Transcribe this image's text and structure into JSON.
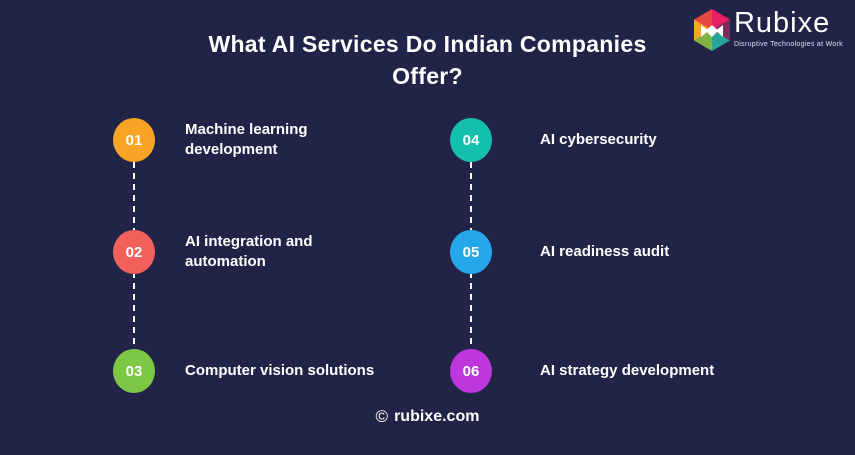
{
  "title": "What AI Services Do Indian Companies Offer?",
  "logo": {
    "brand": "Rubixe",
    "tagline": "Disruptive Technologies at Work"
  },
  "items": [
    {
      "number": "01",
      "label": "Machine learning development",
      "color": "#F7A425"
    },
    {
      "number": "02",
      "label": "AI integration and automation",
      "color": "#F2605C"
    },
    {
      "number": "03",
      "label": "Computer vision solutions",
      "color": "#7CC845"
    },
    {
      "number": "04",
      "label": "AI cybersecurity",
      "color": "#14BFB0"
    },
    {
      "number": "05",
      "label": "AI readiness audit",
      "color": "#25A8E9"
    },
    {
      "number": "06",
      "label": "AI strategy development",
      "color": "#BE37DE"
    }
  ],
  "footer": {
    "copyright": "©",
    "site": "rubixe.com"
  },
  "colors": {
    "background": "#212447",
    "text": "#FFFFFF",
    "connector": "#FFFFFF"
  }
}
